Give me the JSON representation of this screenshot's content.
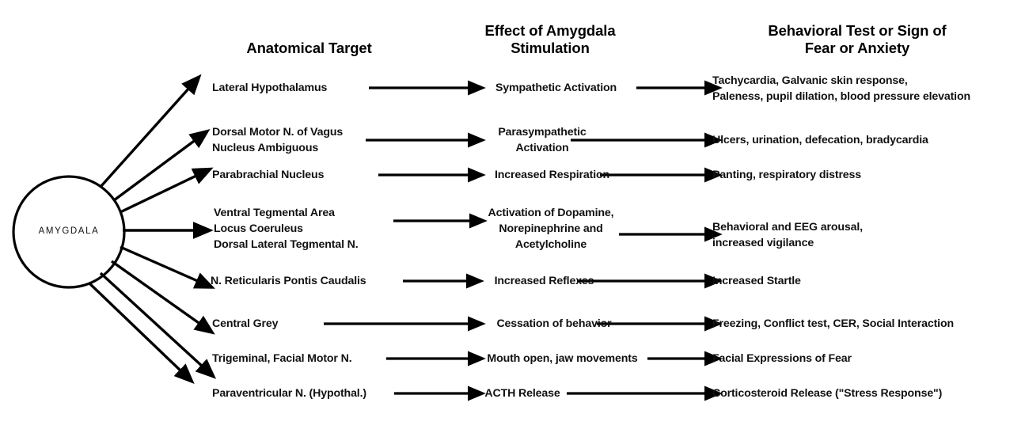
{
  "title": "Amygdala projections, effects of stimulation, and behavioral signs of fear or anxiety",
  "source_node": {
    "label": "AMYGDALA",
    "shape": "circle"
  },
  "colors": {
    "background": "#ffffff",
    "ink": "#111111",
    "stroke": "#000000"
  },
  "headers": {
    "col1": "Anatomical Target",
    "col2": "Effect of Amygdala\nStimulation",
    "col3": "Behavioral Test or Sign of\nFear or Anxiety"
  },
  "rows": [
    {
      "target": "Lateral Hypothalamus",
      "effect": "Sympathetic Activation",
      "behavior": "Tachycardia, Galvanic skin response,\n Paleness, pupil dilation, blood pressure elevation"
    },
    {
      "target": "Dorsal Motor N. of Vagus\nNucleus Ambiguous",
      "effect": "Parasympathetic\nActivation",
      "behavior": "Ulcers, urination, defecation, bradycardia"
    },
    {
      "target": "Parabrachial Nucleus",
      "effect": "Increased Respiration",
      "behavior": "Panting, respiratory distress"
    },
    {
      "target": "Ventral Tegmental Area\nLocus Coeruleus\nDorsal Lateral Tegmental N.",
      "effect": "Activation of Dopamine,\nNorepinephrine and\nAcetylcholine",
      "behavior": "Behavioral and EEG arousal,\n increased vigilance"
    },
    {
      "target": "N. Reticularis Pontis Caudalis",
      "effect": "Increased Reflexes",
      "behavior": "Increased Startle"
    },
    {
      "target": "Central Grey",
      "effect": "Cessation of behavior",
      "behavior": "Freezing, Conflict test, CER, Social Interaction"
    },
    {
      "target": "Trigeminal, Facial Motor N.",
      "effect": "Mouth open, jaw movements",
      "behavior": "Facial Expressions of Fear"
    },
    {
      "target": "Paraventricular N. (Hypothal.)",
      "effect": "ACTH Release",
      "behavior": "Corticosteroid Release (\"Stress Response\")"
    }
  ]
}
